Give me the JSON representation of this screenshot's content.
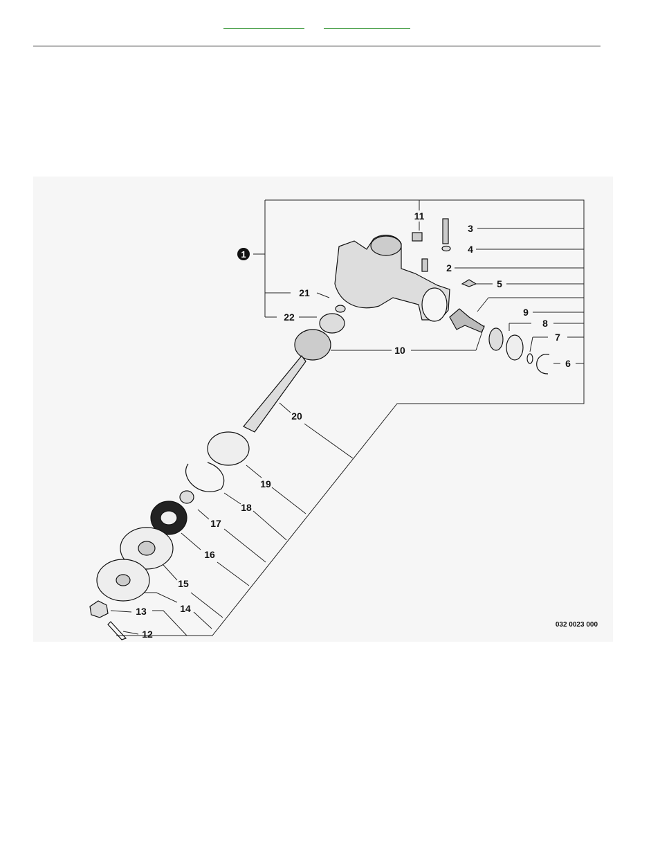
{
  "header": {
    "link_left": "",
    "link_right": ""
  },
  "diagram": {
    "drawing_number": "032 0023 000",
    "assembly_callout": "1",
    "callouts": {
      "c2": "2",
      "c3": "3",
      "c4": "4",
      "c5": "5",
      "c6": "6",
      "c7": "7",
      "c8": "8",
      "c9": "9",
      "c10": "10",
      "c11": "11",
      "c12": "12",
      "c13": "13",
      "c14": "14",
      "c15": "15",
      "c16": "16",
      "c17": "17",
      "c18": "18",
      "c19": "19",
      "c20": "20",
      "c21": "21",
      "c22": "22"
    }
  },
  "colors": {
    "link_underline": "#1f8a1f",
    "panel_background": "#f6f6f6",
    "line": "#222222"
  }
}
